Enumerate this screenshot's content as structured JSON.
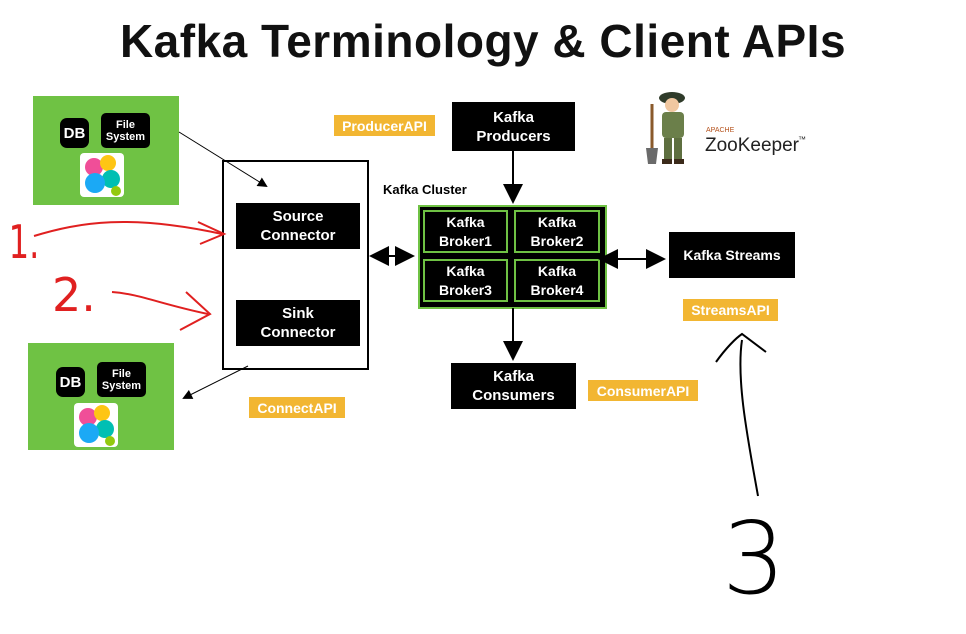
{
  "title": "Kafka Terminology & Client APIs",
  "labels": {
    "producer_api": "ProducerAPI",
    "connect_api": "ConnectAPI",
    "consumer_api": "ConsumerAPI",
    "streams_api": "StreamsAPI"
  },
  "blocks": {
    "producers": "Kafka\nProducers",
    "consumers": "Kafka\nConsumers",
    "streams": "Kafka Streams",
    "source_connector": "Source\nConnector",
    "sink_connector": "Sink\nConnector"
  },
  "cluster": {
    "title": "Kafka Cluster",
    "brokers": [
      "Kafka\nBroker1",
      "Kafka\nBroker2",
      "Kafka\nBroker3",
      "Kafka\nBroker4"
    ]
  },
  "sources": {
    "db": "DB",
    "file_system": "File\nSystem"
  },
  "zookeeper": {
    "apache": "APACHE",
    "name": "ZooKeeper",
    "tm": "™"
  },
  "handwriting": [
    "1.",
    "2.",
    "3"
  ],
  "colors": {
    "label_orange": "#f2b632",
    "source_green": "#6fc244",
    "broker_green": "#6fc244",
    "annotation_red": "#e02020"
  }
}
